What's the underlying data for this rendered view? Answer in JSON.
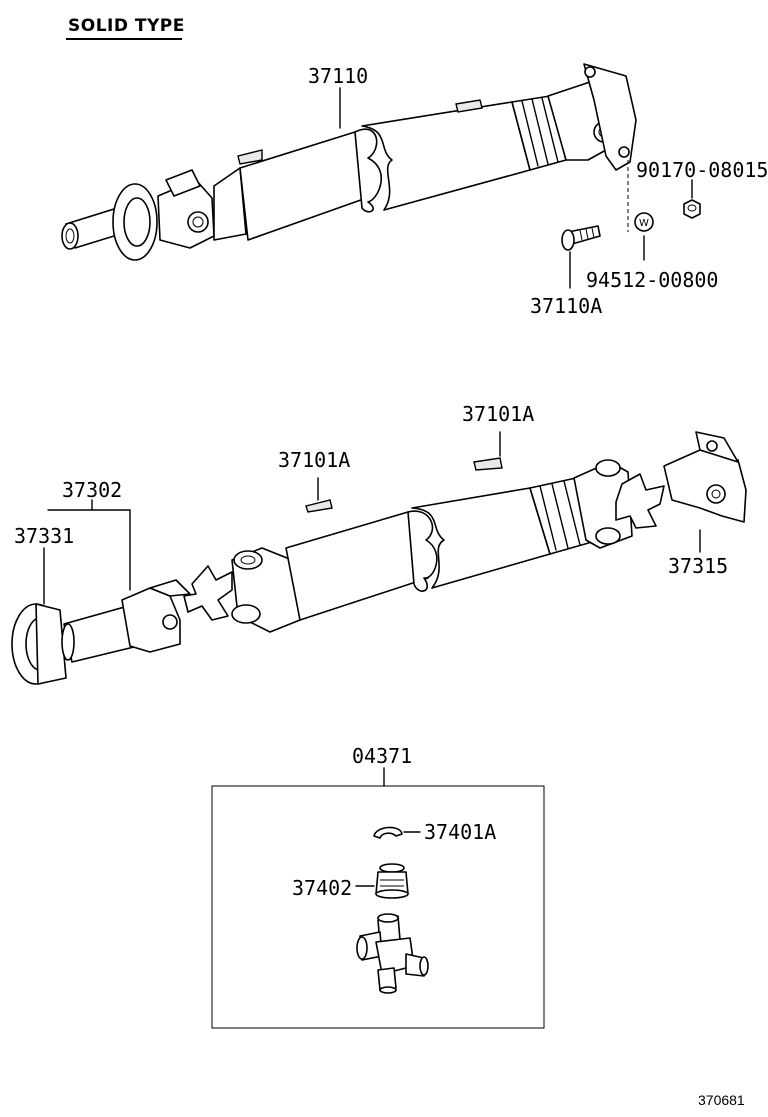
{
  "header": {
    "title": "SOLID TYPE"
  },
  "labels": {
    "p37110": "37110",
    "p90170": "90170-08015",
    "p94512": "94512-00800",
    "p37110A": "37110A",
    "p37101A_1": "37101A",
    "p37101A_2": "37101A",
    "p37302": "37302",
    "p37331": "37331",
    "p37315": "37315",
    "p04371": "04371",
    "p37401A": "37401A",
    "p37402": "37402"
  },
  "washer_mark": "W",
  "footer": {
    "code": "370681"
  }
}
